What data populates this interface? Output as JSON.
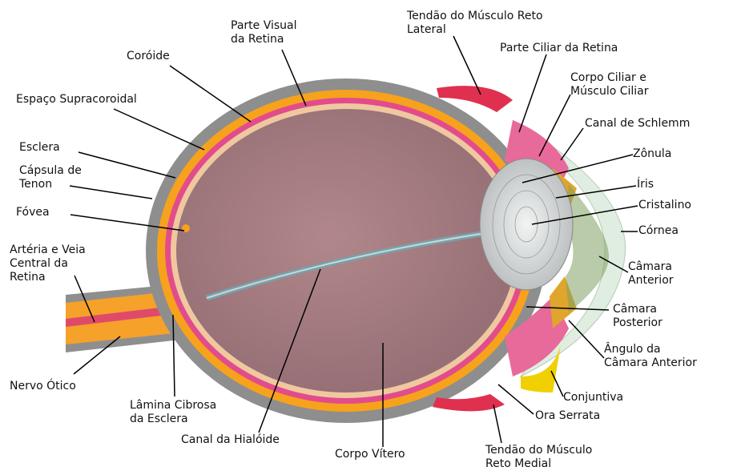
{
  "labels": {
    "tendao_reto_lateral": [
      "Tendão do Músculo Reto",
      "Lateral"
    ],
    "parte_visual": [
      "Parte Visual",
      "da Retina"
    ],
    "parte_ciliar": "Parte Ciliar da Retina",
    "coroide": "Coróide",
    "corpo_ciliar": [
      "Corpo Ciliar e",
      "Músculo Ciliar"
    ],
    "espaco_supracoroidal": "Espaço Supracoroidal",
    "canal_schlemm": "Canal de Schlemm",
    "esclera": "Esclera",
    "zonula": "Zônula",
    "capsula_tenon": [
      "Cápsula de",
      "Tenon"
    ],
    "iris": "Íris",
    "cristalino": "Cristalino",
    "fovea": "Fóvea",
    "cornea": "Córnea",
    "arteria_veia": [
      "Artéria e Veia",
      "Central da",
      "Retina"
    ],
    "camara_anterior": [
      "Câmara",
      "Anterior"
    ],
    "camara_posterior": [
      "Câmara",
      "Posterior"
    ],
    "angulo_camara": [
      "Ângulo da",
      "Câmara Anterior"
    ],
    "nervo_otico": "Nervo Ótico",
    "conjuntiva": "Conjuntiva",
    "lamina_cribrosa": [
      "Lâmina Cibrosa",
      "da Esclera"
    ],
    "ora_serrata": "Ora Serrata",
    "canal_hialoide": "Canal da Hialóide",
    "corpo_vitreo": "Corpo Vítero",
    "tendao_reto_medial": [
      "Tendão do Músculo",
      "Reto Medial"
    ]
  },
  "colors": {
    "sclera": "#8e8e8e",
    "choroid": "#f7a21c",
    "retina": "#e24c8c",
    "vitreous": "#a37a80",
    "lens": "#d8dada",
    "cornea": "#dfeee0",
    "iris": "#e0a52c",
    "conjunctiva": "#f0d000",
    "muscle": "#e03050",
    "nerve": "#f5a12a",
    "leader": "#000000"
  }
}
